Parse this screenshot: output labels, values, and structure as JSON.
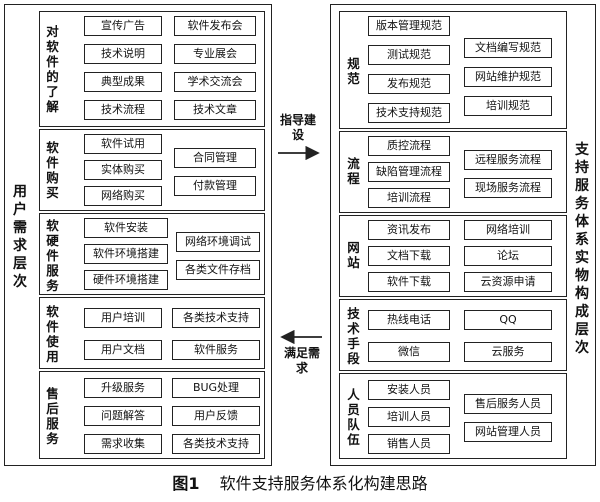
{
  "left_panel": {
    "title": "用户需求层次",
    "sections": [
      {
        "label": "对软件的了解",
        "items": [
          "宣传广告",
          "软件发布会",
          "技术说明",
          "专业展会",
          "典型成果",
          "学术交流会",
          "技术流程",
          "技术文章"
        ]
      },
      {
        "label": "软件购买",
        "items": [
          "软件试用",
          "实体购买",
          "网络购买",
          "合同管理",
          "付款管理"
        ]
      },
      {
        "label": "软硬件服务",
        "items": [
          "软件安装",
          "软件环境搭建",
          "硬件环境搭建",
          "网络环境调试",
          "各类文件存档"
        ]
      },
      {
        "label": "软件使用",
        "items": [
          "用户培训",
          "各类技术支持",
          "用户文档",
          "软件服务"
        ]
      },
      {
        "label": "售后服务",
        "items": [
          "升级服务",
          "BUG处理",
          "问题解答",
          "用户反馈",
          "需求收集",
          "各类技术支持"
        ]
      }
    ]
  },
  "right_panel": {
    "title": "支持服务体系实物构成层次",
    "sections": [
      {
        "label": "规范",
        "items": [
          "版本管理规范",
          "测试规范",
          "发布规范",
          "技术支持规范",
          "文档编写规范",
          "网站维护规范",
          "培训规范"
        ]
      },
      {
        "label": "流程",
        "items": [
          "质控流程",
          "缺陷管理流程",
          "培训流程",
          "远程服务流程",
          "现场服务流程"
        ]
      },
      {
        "label": "网站",
        "items": [
          "资讯发布",
          "文档下载",
          "软件下载",
          "网络培训",
          "论坛",
          "云资源申请"
        ]
      },
      {
        "label": "技术手段",
        "items": [
          "热线电话",
          "微信",
          "QQ",
          "云服务"
        ]
      },
      {
        "label": "人员队伍",
        "items": [
          "安装人员",
          "培训人员",
          "销售人员",
          "售后服务人员",
          "网站管理人员"
        ]
      }
    ]
  },
  "arrows": {
    "top_label": "指导建设",
    "bottom_label": "满足需求"
  },
  "caption": {
    "figure_number": "图1",
    "text": "软件支持服务体系化构建思路"
  }
}
